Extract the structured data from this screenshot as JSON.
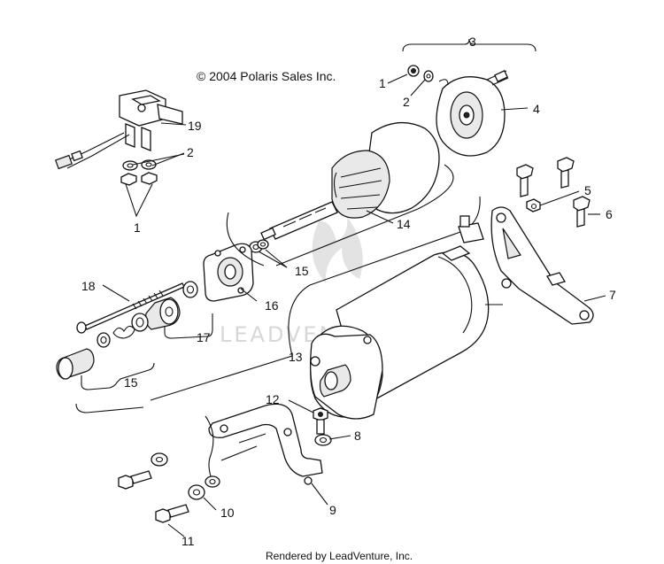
{
  "diagram": {
    "copyright": "© 2004 Polaris Sales Inc.",
    "rendered_by": "Rendered by LeadVenture, Inc.",
    "watermark": "LEADVENTURE",
    "callouts": {
      "c1a": "1",
      "c1b": "1",
      "c2a": "2",
      "c2b": "2",
      "c3": "3",
      "c4": "4",
      "c5": "5",
      "c6": "6",
      "c7": "7",
      "c8": "8",
      "c9": "9",
      "c10": "10",
      "c11": "11",
      "c12": "12",
      "c13": "13",
      "c14": "14",
      "c15a": "15",
      "c15b": "15",
      "c16": "16",
      "c17": "17",
      "c18": "18",
      "c19": "19"
    }
  }
}
